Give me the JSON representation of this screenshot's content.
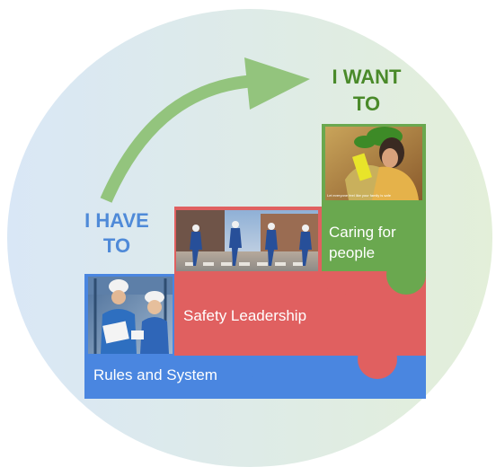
{
  "diagram": {
    "left_heading": {
      "line1": "I HAVE",
      "line2": "TO"
    },
    "right_heading": {
      "line1": "I WANT",
      "line2": "TO"
    },
    "steps": [
      {
        "label": "Rules and System",
        "color": "#4a86e0",
        "photo": "workers-with-clipboard-photo"
      },
      {
        "label": "Safety Leadership",
        "color": "#e06060",
        "photo": "workers-crossing-street-photo"
      },
      {
        "label": "Caring for",
        "label2": "people",
        "color": "#6aa84f",
        "photo": "worker-hugging-photo"
      }
    ],
    "photo_caption": "Let everyone feel like your family is safe",
    "arrow_color": "#93c47d",
    "background_gradient": [
      "#dbe8f5",
      "#e4efdb"
    ]
  }
}
